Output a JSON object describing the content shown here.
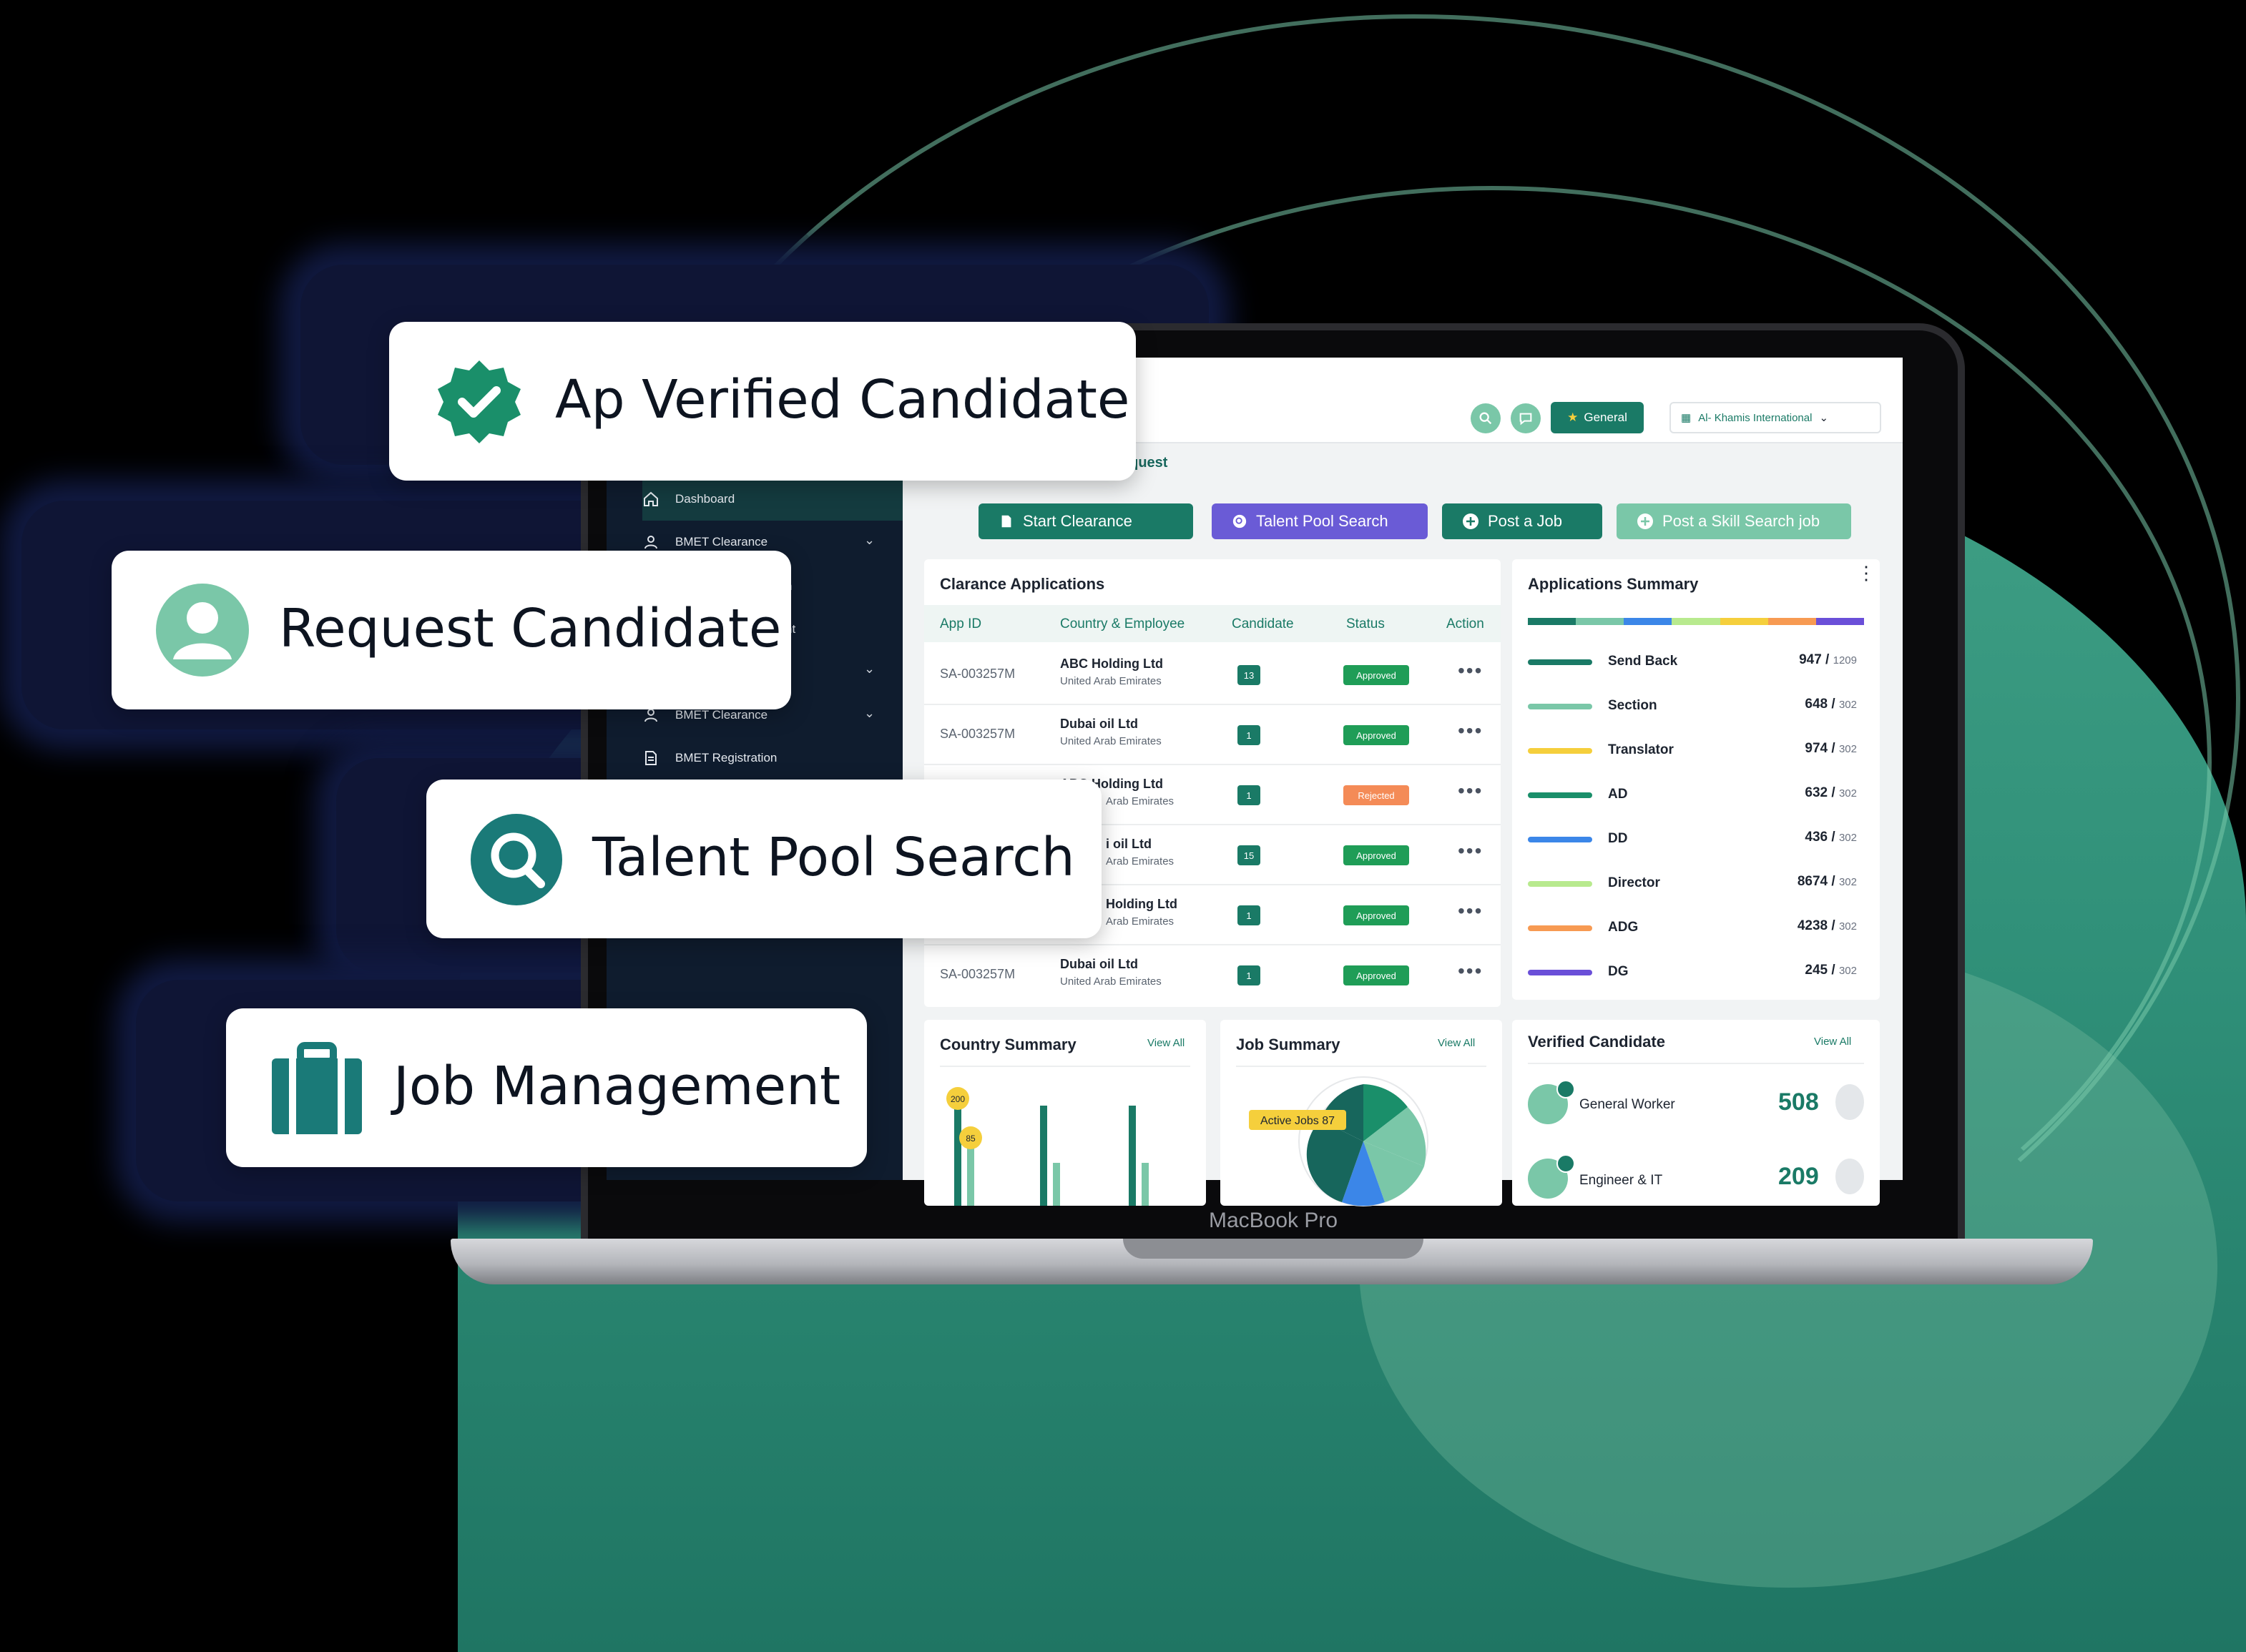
{
  "colors": {
    "brand": "#1a7a66",
    "purple": "#6a5bd6",
    "approved": "#1f9d57",
    "rejected": "#f48b57"
  },
  "floating_cards": {
    "verified": "Ap Verified Candidate",
    "request": "Request Candidate",
    "talent": "Talent Pool Search",
    "job": "Job Management"
  },
  "laptop": {
    "label": "MacBook Pro"
  },
  "topbar": {
    "general_label": "General",
    "company": "Al- Khamis International",
    "breadcrumb": "equest"
  },
  "sidebar": {
    "items": [
      {
        "label": "Dashboard",
        "icon": "home-icon"
      },
      {
        "label": "BMET Clearance",
        "icon": "user-icon"
      },
      {
        "label": "n",
        "icon": ""
      },
      {
        "label": "nt",
        "icon": ""
      },
      {
        "label": "",
        "icon": ""
      },
      {
        "label": "BMET Clearance",
        "icon": "user-icon"
      },
      {
        "label": "BMET Registration",
        "icon": "document-icon"
      }
    ]
  },
  "actions": {
    "start_clearance": "Start Clearance",
    "talent_pool_search": "Talent Pool Search",
    "post_job": "Post a Job",
    "post_skill_job": "Post a Skill Search job"
  },
  "applications": {
    "title": "Clarance Applications",
    "columns": [
      "App ID",
      "Country & Employee",
      "Candidate",
      "Status",
      "Action"
    ],
    "rows": [
      {
        "id": "SA-003257M",
        "company": "ABC Holding Ltd",
        "country": "United Arab Emirates",
        "count": "13",
        "status": "Approved"
      },
      {
        "id": "SA-003257M",
        "company": "Dubai oil Ltd",
        "country": "United Arab Emirates",
        "count": "1",
        "status": "Approved"
      },
      {
        "id": "",
        "company": "ABC Holding Ltd",
        "country": "Arab Emirates",
        "count": "1",
        "status": "Rejected"
      },
      {
        "id": "",
        "company": "i oil Ltd",
        "country": "Arab Emirates",
        "count": "15",
        "status": "Approved"
      },
      {
        "id": "",
        "company": "Holding Ltd",
        "country": "Arab Emirates",
        "count": "1",
        "status": "Approved"
      },
      {
        "id": "SA-003257M",
        "company": "Dubai oil Ltd",
        "country": "United Arab Emirates",
        "count": "1",
        "status": "Approved"
      }
    ]
  },
  "summary": {
    "title": "Applications Summary",
    "items": [
      {
        "label": "Send Back",
        "value": "947",
        "total": "1209",
        "color": "#1a7a66"
      },
      {
        "label": "Section",
        "value": "648",
        "total": "302",
        "color": "#7ac7a8"
      },
      {
        "label": "Translator",
        "value": "974",
        "total": "302",
        "color": "#f5cf3c"
      },
      {
        "label": "AD",
        "value": "632",
        "total": "302",
        "color": "#1a8f6a"
      },
      {
        "label": "DD",
        "value": "436",
        "total": "302",
        "color": "#3b86e8"
      },
      {
        "label": "Director",
        "value": "8674",
        "total": "302",
        "color": "#b8ea8e"
      },
      {
        "label": "ADG",
        "value": "4238",
        "total": "302",
        "color": "#f79a52"
      },
      {
        "label": "DG",
        "value": "245",
        "total": "302",
        "color": "#6a4fd8"
      }
    ]
  },
  "country_summary": {
    "title": "Country Summary",
    "view_all": "View All",
    "chart_data": {
      "type": "bar",
      "series": [
        {
          "values": [
            200,
            85
          ]
        }
      ],
      "labels": [
        "200",
        "85"
      ]
    }
  },
  "job_summary": {
    "title": "Job Summary",
    "view_all": "View All",
    "active_label": "Active Jobs 87"
  },
  "verified": {
    "title": "Verified Candidate",
    "view_all": "View All",
    "items": [
      {
        "label": "General Worker",
        "count": "508"
      },
      {
        "label": "Engineer & IT",
        "count": "209"
      }
    ]
  }
}
